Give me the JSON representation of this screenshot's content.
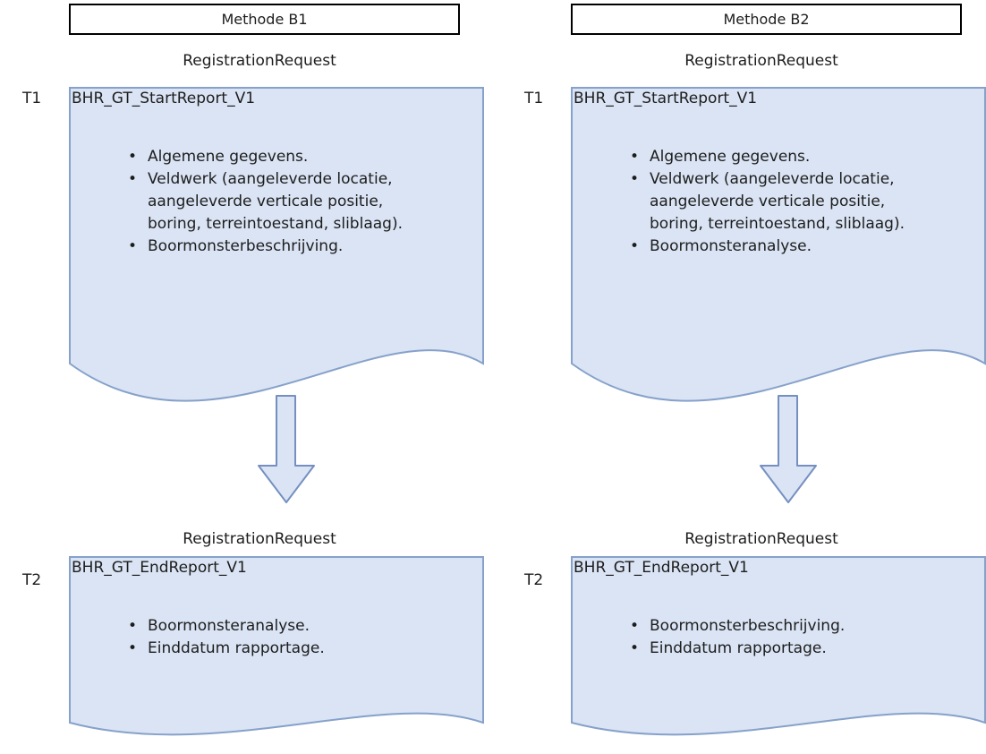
{
  "diagram": {
    "title_hint": "BRO BHR-GT registration flow, methods B1 and B2",
    "columns": [
      {
        "header": "Methode B1",
        "t1": {
          "label": "T1",
          "request_type": "RegistrationRequest",
          "title": "BHR_GT_StartReport_V1",
          "bullets": [
            "Algemene gegevens.",
            "Veldwerk (aangeleverde locatie, aangeleverde verticale positie, boring, terreintoestand, sliblaag).",
            "Boormonsterbeschrijving."
          ]
        },
        "t2": {
          "label": "T2",
          "request_type": "RegistrationRequest",
          "title": "BHR_GT_EndReport_V1",
          "bullets": [
            "Boormonsteranalyse.",
            "Einddatum rapportage."
          ]
        }
      },
      {
        "header": "Methode B2",
        "t1": {
          "label": "T1",
          "request_type": "RegistrationRequest",
          "title": "BHR_GT_StartReport_V1",
          "bullets": [
            "Algemene gegevens.",
            "Veldwerk (aangeleverde locatie, aangeleverde verticale positie, boring, terreintoestand, sliblaag).",
            "Boormonsteranalyse."
          ]
        },
        "t2": {
          "label": "T2",
          "request_type": "RegistrationRequest",
          "title": "BHR_GT_EndReport_V1",
          "bullets": [
            "Boormonsterbeschrijving.",
            "Einddatum rapportage."
          ]
        }
      }
    ]
  },
  "colors": {
    "shape-fill": "#dae4f4",
    "doc-stroke": "#86a1ca",
    "arrow-stroke": "#7590c0",
    "header-border": "#000000"
  }
}
